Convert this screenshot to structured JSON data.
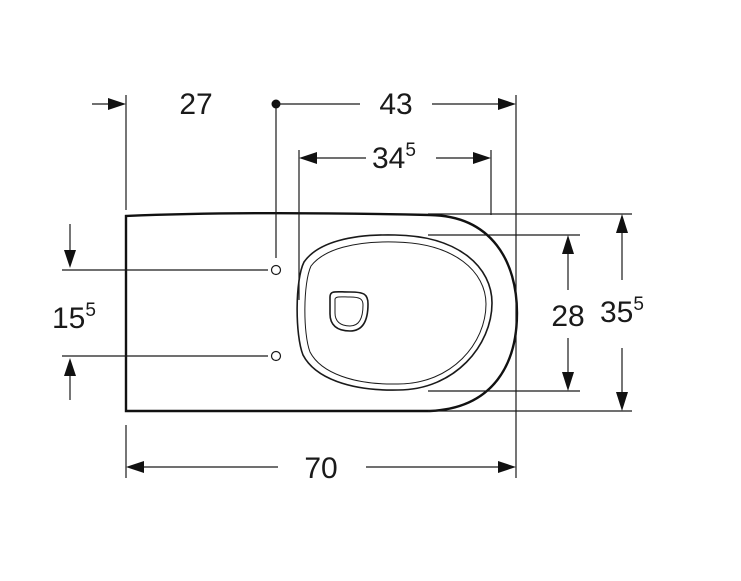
{
  "dimensions": {
    "d27": {
      "main": "27",
      "sup": ""
    },
    "d43": {
      "main": "43",
      "sup": ""
    },
    "d34_5": {
      "main": "34",
      "sup": "5"
    },
    "d15_5": {
      "main": "15",
      "sup": "5"
    },
    "d28": {
      "main": "28",
      "sup": ""
    },
    "d35_5": {
      "main": "35",
      "sup": "5"
    },
    "d70": {
      "main": "70",
      "sup": ""
    }
  }
}
